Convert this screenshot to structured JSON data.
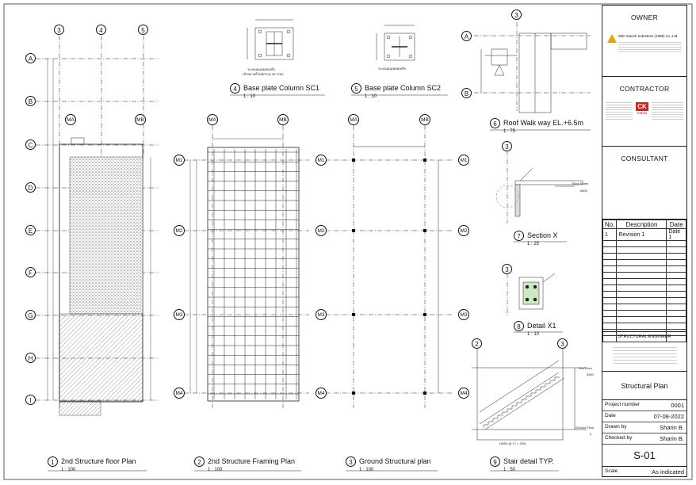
{
  "drawings": [
    {
      "num": "1",
      "title": "2nd Structure floor Plan",
      "scale": "1 : 100"
    },
    {
      "num": "2",
      "title": "2nd Structure Framing Plan",
      "scale": "1 : 100"
    },
    {
      "num": "3",
      "title": "Ground Structural plan",
      "scale": "1 : 100"
    },
    {
      "num": "4",
      "title": "Base plate Column SC1",
      "scale": "1 : 10"
    },
    {
      "num": "5",
      "title": "Base plate Column SC2",
      "scale": "1 : 10"
    },
    {
      "num": "6",
      "title": "Roof Walk way EL.+6.5m",
      "scale": "1 : 75"
    },
    {
      "num": "7",
      "title": "Section X",
      "scale": "1 : 25"
    },
    {
      "num": "8",
      "title": "Detail X1",
      "scale": "1 : 10"
    },
    {
      "num": "9",
      "title": "Stair detail TYP.",
      "scale": "1 : 50"
    }
  ],
  "grid": {
    "rows_left": [
      "A",
      "B",
      "C",
      "D",
      "E",
      "F",
      "G",
      "H",
      "I"
    ],
    "cols_top_plan1": [
      "3",
      "4",
      "5"
    ],
    "m_rows": [
      "M1",
      "M2",
      "M3",
      "M4"
    ],
    "m_cols": [
      "MA",
      "MB"
    ]
  },
  "titleblock": {
    "owner_label": "OWNER",
    "owner_company": "Wiki Siaoch Industries (1996) Co.,Ltd.",
    "contractor_label": "CONTRACTOR",
    "contractor_logo": "CK",
    "contractor_logo_sub": "Safety",
    "consultant_label": "CONSULTANT",
    "rev_headers": [
      "No.",
      "Description",
      "Date"
    ],
    "rev_rows": [
      [
        "1",
        "Revision 1",
        "Date 1"
      ]
    ],
    "engineer_label": "STRUCTURAL ENGINEER",
    "drawing_title": "Structural Plan",
    "fields": [
      {
        "k": "Project number",
        "v": "0001"
      },
      {
        "k": "Date",
        "v": "07-08-2022"
      },
      {
        "k": "Drawn by",
        "v": "Sharin B."
      },
      {
        "k": "Checked by",
        "v": "Sharin B."
      }
    ],
    "sheet": "S-01",
    "scale_label": "Scale",
    "scale_value": "As indicated"
  },
  "notes": {
    "sc1_note": "ระบบแผ่นเพลทเหล็ก",
    "sc1_note2": "เป้าหมายน้ำหนักรวม 25 TON",
    "sc2_note": "ระบบแผ่นเพลทเหล็ก",
    "roof_seam": "Roof Seam",
    "roof_el": "6500",
    "second_floor": "2nd Floor",
    "second_floor_el": "3500",
    "ground_floor": "Ground Floor",
    "ground_floor_el": "0",
    "stair_dim": "(3000 @ 17 = 300)"
  }
}
